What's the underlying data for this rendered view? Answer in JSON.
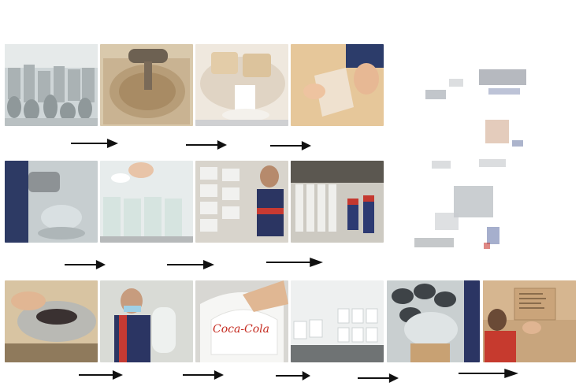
{
  "process": {
    "rows": [
      {
        "steps": [
          "factory-warehouse",
          "clay-mixing",
          "clay-molding",
          "clay-shaping"
        ]
      },
      {
        "steps": [
          "glaze-spraying",
          "glaze-dipping",
          "rack-drying",
          "kiln-loading"
        ]
      },
      {
        "steps": [
          "wheel-trimming",
          "inspection",
          "logo-decal",
          "firing-conveyor",
          "packing",
          "boxing"
        ]
      }
    ],
    "decal_text": "Coca-Cola",
    "arrow_color": "#111111"
  }
}
